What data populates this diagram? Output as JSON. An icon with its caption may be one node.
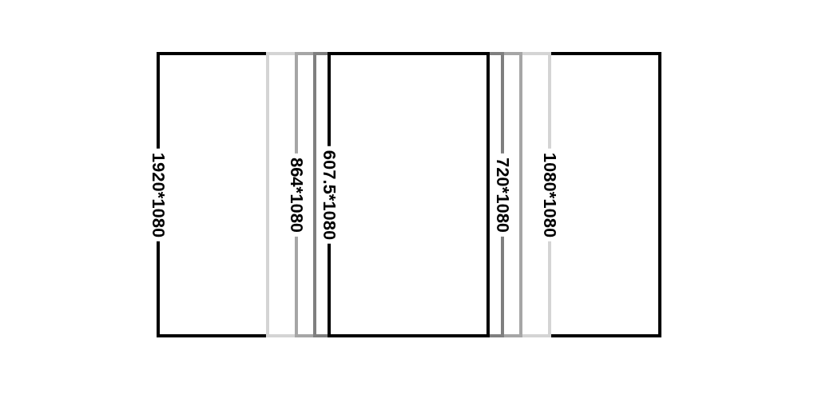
{
  "diagram": {
    "nodes": [
      {
        "text": [
          "1920*1080"
        ]
      },
      {
        "text": [
          "1080*1080"
        ],
        "in": 0
      },
      {
        "text": [
          "864*1080"
        ],
        "in": 1
      },
      {
        "text": [
          "720*1080"
        ],
        "in": 2
      },
      {
        "text": [
          "607.5*1080"
        ],
        "in": 3
      }
    ]
  }
}
